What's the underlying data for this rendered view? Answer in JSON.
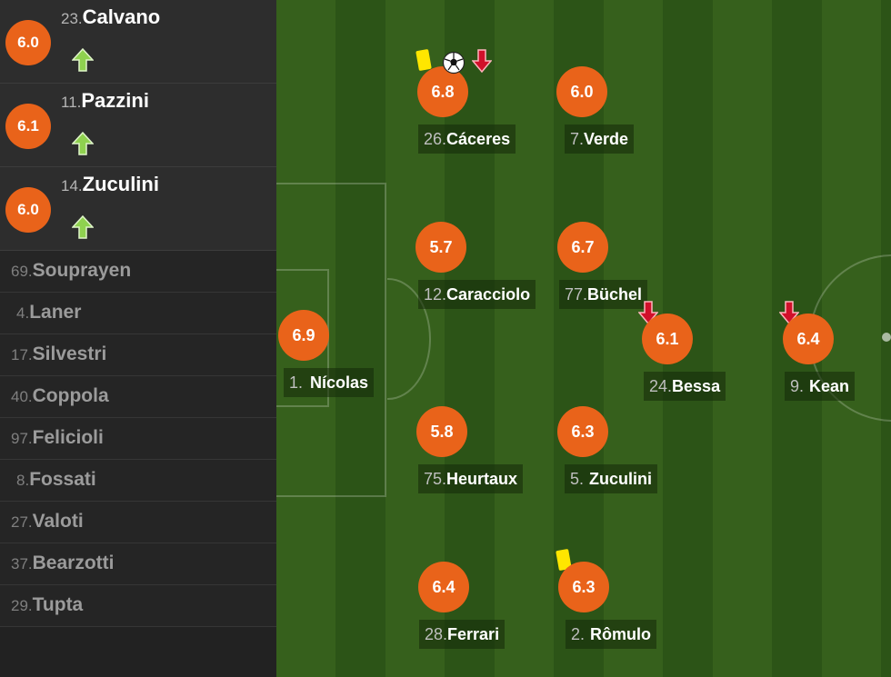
{
  "subs": [
    {
      "rating": "6.0",
      "number": "23.",
      "name": "Calvano"
    },
    {
      "rating": "6.1",
      "number": "11.",
      "name": "Pazzini"
    },
    {
      "rating": "6.0",
      "number": "14.",
      "name": "Zuculini"
    }
  ],
  "bench": [
    {
      "number": "69.",
      "name": "Souprayen"
    },
    {
      "number": "4.",
      "name": "Laner"
    },
    {
      "number": "17.",
      "name": "Silvestri"
    },
    {
      "number": "40.",
      "name": "Coppola"
    },
    {
      "number": "97.",
      "name": "Felicioli"
    },
    {
      "number": "8.",
      "name": "Fossati"
    },
    {
      "number": "27.",
      "name": "Valoti"
    },
    {
      "number": "37.",
      "name": "Bearzotti"
    },
    {
      "number": "29.",
      "name": "Tupta"
    }
  ],
  "lineup": {
    "caceres": {
      "rating": "6.8",
      "number": "26.",
      "name": "Cáceres"
    },
    "verde": {
      "rating": "6.0",
      "number": "7.",
      "name": "Verde"
    },
    "caracciolo": {
      "rating": "5.7",
      "number": "12.",
      "name": "Caracciolo"
    },
    "buchel": {
      "rating": "6.7",
      "number": "77.",
      "name": "Büchel"
    },
    "nicolas": {
      "rating": "6.9",
      "number": "1.",
      "name": "Nícolas"
    },
    "bessa": {
      "rating": "6.1",
      "number": "24.",
      "name": "Bessa"
    },
    "kean": {
      "rating": "6.4",
      "number": "9.",
      "name": "Kean"
    },
    "heurtaux": {
      "rating": "5.8",
      "number": "75.",
      "name": "Heurtaux"
    },
    "zuculini": {
      "rating": "6.3",
      "number": "5.",
      "name": "Zuculini"
    },
    "ferrari": {
      "rating": "6.4",
      "number": "28.",
      "name": "Ferrari"
    },
    "romulo": {
      "rating": "6.3",
      "number": "2.",
      "name": "Rômulo"
    }
  },
  "colors": {
    "rating_badge": "#e9631a",
    "pitch_light": "#36601c",
    "pitch_dark": "#2c5417",
    "sub_in_arrow": "#8fd14f",
    "sub_out_arrow": "#d0102a",
    "yellow_card": "#ffe600"
  },
  "icons": [
    "arrow-up-icon",
    "arrow-down-icon",
    "yellow-card-icon",
    "goal-ball-icon"
  ]
}
